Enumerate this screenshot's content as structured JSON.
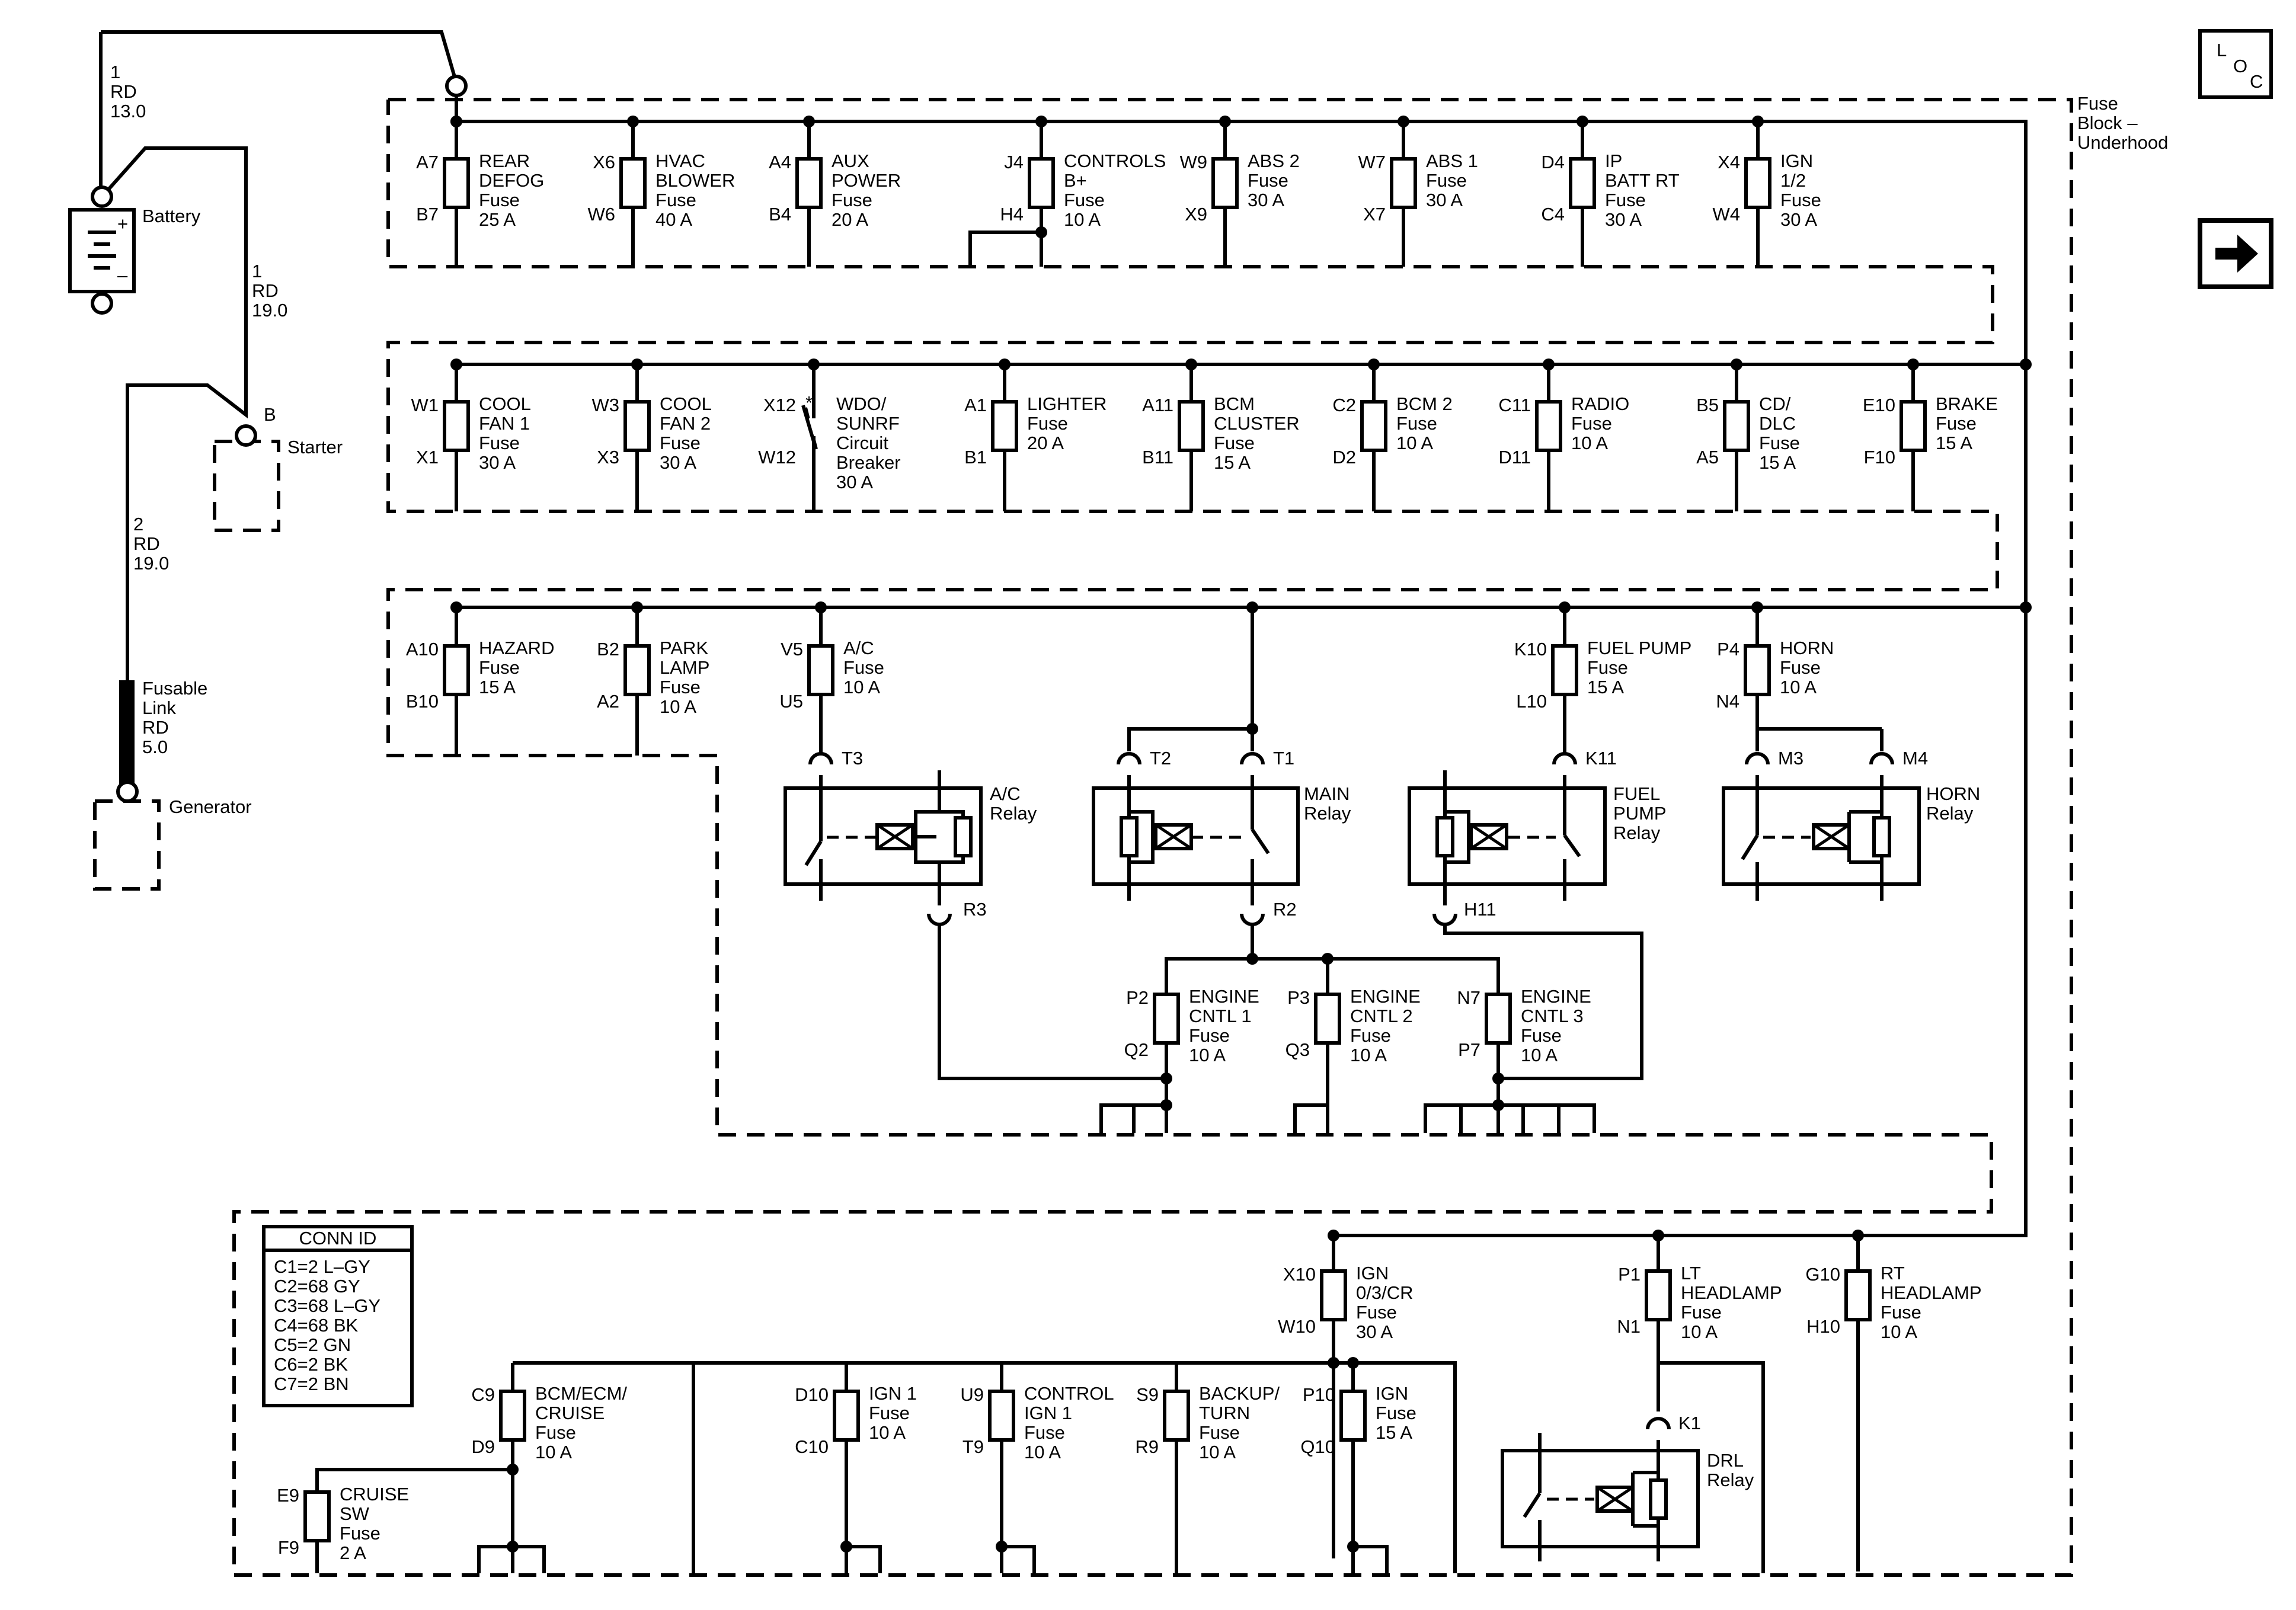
{
  "battery": {
    "label": "Battery",
    "plus": "+",
    "minus": "–"
  },
  "wires": {
    "battery_main": [
      "1",
      "RD",
      "13.0"
    ],
    "starter_feed": [
      "1",
      "RD",
      "19.0"
    ],
    "generator_feed": [
      "2",
      "RD",
      "19.0"
    ]
  },
  "starter": {
    "pin": "B",
    "label": "Starter"
  },
  "fusable_link": [
    "Fusable",
    "Link",
    "RD",
    "5.0"
  ],
  "generator": {
    "label": "Generator"
  },
  "fuse_block": [
    "Fuse",
    "Block –",
    "Underhood"
  ],
  "loc_icon": {
    "text": "LOC"
  },
  "arrow_icon": {
    "name": "arrow-right-icon"
  },
  "row1": [
    {
      "top": "A7",
      "bot": "B7",
      "lines": [
        "REAR",
        "DEFOG",
        "Fuse",
        "25 A"
      ]
    },
    {
      "top": "X6",
      "bot": "W6",
      "lines": [
        "HVAC",
        "BLOWER",
        "Fuse",
        "40 A"
      ]
    },
    {
      "top": "A4",
      "bot": "B4",
      "lines": [
        "AUX",
        "POWER",
        "Fuse",
        "20 A"
      ]
    },
    {
      "top": "J4",
      "bot": "H4",
      "lines": [
        "CONTROLS",
        "B+",
        "Fuse",
        "10 A"
      ]
    },
    {
      "top": "W9",
      "bot": "X9",
      "lines": [
        "ABS 2",
        "Fuse",
        "30 A"
      ]
    },
    {
      "top": "W7",
      "bot": "X7",
      "lines": [
        "ABS 1",
        "Fuse",
        "30 A"
      ]
    },
    {
      "top": "D4",
      "bot": "C4",
      "lines": [
        "IP",
        "BATT RT",
        "Fuse",
        "30 A"
      ]
    },
    {
      "top": "X4",
      "bot": "W4",
      "lines": [
        "IGN",
        "1/2",
        "Fuse",
        "30 A"
      ]
    }
  ],
  "row2": [
    {
      "top": "W1",
      "bot": "X1",
      "lines": [
        "COOL",
        "FAN 1",
        "Fuse",
        "30 A"
      ]
    },
    {
      "top": "W3",
      "bot": "X3",
      "lines": [
        "COOL",
        "FAN 2",
        "Fuse",
        "30 A"
      ]
    },
    {
      "top": "X12",
      "bot": "W12",
      "lines": [
        "WDO/",
        "SUNRF",
        "Circuit",
        "Breaker",
        "30 A"
      ]
    },
    {
      "top": "A1",
      "bot": "B1",
      "lines": [
        "LIGHTER",
        "Fuse",
        "20 A"
      ]
    },
    {
      "top": "A11",
      "bot": "B11",
      "lines": [
        "BCM",
        "CLUSTER",
        "Fuse",
        "15 A"
      ]
    },
    {
      "top": "C2",
      "bot": "D2",
      "lines": [
        "BCM 2",
        "Fuse",
        "10 A"
      ]
    },
    {
      "top": "C11",
      "bot": "D11",
      "lines": [
        "RADIO",
        "Fuse",
        "10 A"
      ]
    },
    {
      "top": "B5",
      "bot": "A5",
      "lines": [
        "CD/",
        "DLC",
        "Fuse",
        "15 A"
      ]
    },
    {
      "top": "E10",
      "bot": "F10",
      "lines": [
        "BRAKE",
        "Fuse",
        "15 A"
      ]
    }
  ],
  "row3": [
    {
      "top": "A10",
      "bot": "B10",
      "lines": [
        "HAZARD",
        "Fuse",
        "15 A"
      ]
    },
    {
      "top": "B2",
      "bot": "A2",
      "lines": [
        "PARK",
        "LAMP",
        "Fuse",
        "10 A"
      ]
    },
    {
      "top": "V5",
      "bot": "U5",
      "lines": [
        "A/C",
        "Fuse",
        "10 A"
      ]
    },
    {
      "top": "K10",
      "bot": "L10",
      "lines": [
        "FUEL PUMP",
        "Fuse",
        "15 A"
      ]
    },
    {
      "top": "P4",
      "bot": "N4",
      "lines": [
        "HORN",
        "Fuse",
        "10 A"
      ]
    }
  ],
  "relays": {
    "ac": {
      "label": [
        "A/C",
        "Relay"
      ],
      "in": "T3",
      "out": "R3"
    },
    "main": {
      "label": [
        "MAIN",
        "Relay"
      ],
      "in1": "T2",
      "in2": "T1",
      "out": "R2"
    },
    "fuel": {
      "label": [
        "FUEL",
        "PUMP",
        "Relay"
      ],
      "in": "K11",
      "out": "H11"
    },
    "horn": {
      "label": [
        "HORN",
        "Relay"
      ],
      "in1": "M3",
      "in2": "M4"
    },
    "drl": {
      "label": [
        "DRL",
        "Relay"
      ],
      "in": "K1"
    }
  },
  "engine": [
    {
      "top": "P2",
      "bot": "Q2",
      "lines": [
        "ENGINE",
        "CNTL 1",
        "Fuse",
        "10 A"
      ]
    },
    {
      "top": "P3",
      "bot": "Q3",
      "lines": [
        "ENGINE",
        "CNTL 2",
        "Fuse",
        "10 A"
      ]
    },
    {
      "top": "N7",
      "bot": "P7",
      "lines": [
        "ENGINE",
        "CNTL 3",
        "Fuse",
        "10 A"
      ]
    }
  ],
  "row4": [
    {
      "top": "X10",
      "bot": "W10",
      "lines": [
        "IGN",
        "0/3/CR",
        "Fuse",
        "30 A"
      ]
    },
    {
      "top": "P1",
      "bot": "N1",
      "lines": [
        "LT",
        "HEADLAMP",
        "Fuse",
        "10 A"
      ]
    },
    {
      "top": "G10",
      "bot": "H10",
      "lines": [
        "RT",
        "HEADLAMP",
        "Fuse",
        "10 A"
      ]
    }
  ],
  "row5": [
    {
      "top": "C9",
      "bot": "D9",
      "lines": [
        "BCM/ECM/",
        "CRUISE",
        "Fuse",
        "10 A"
      ]
    },
    {
      "top": "D10",
      "bot": "C10",
      "lines": [
        "IGN 1",
        "Fuse",
        "10 A"
      ]
    },
    {
      "top": "U9",
      "bot": "T9",
      "lines": [
        "CONTROL",
        "IGN 1",
        "Fuse",
        "10 A"
      ]
    },
    {
      "top": "S9",
      "bot": "R9",
      "lines": [
        "BACKUP/",
        "TURN",
        "Fuse",
        "10 A"
      ]
    },
    {
      "top": "P10",
      "bot": "Q10",
      "lines": [
        "IGN",
        "Fuse",
        "15 A"
      ]
    }
  ],
  "cruise_sw": {
    "top": "E9",
    "bot": "F9",
    "lines": [
      "CRUISE",
      "SW",
      "Fuse",
      "2 A"
    ]
  },
  "conn_id": {
    "title": "CONN ID",
    "rows": [
      "C1=2 L–GY",
      "C2=68 GY",
      "C3=68 L–GY",
      "C4=68 BK",
      "C5=2 GN",
      "C6=2 BK",
      "C7=2 BN"
    ]
  }
}
